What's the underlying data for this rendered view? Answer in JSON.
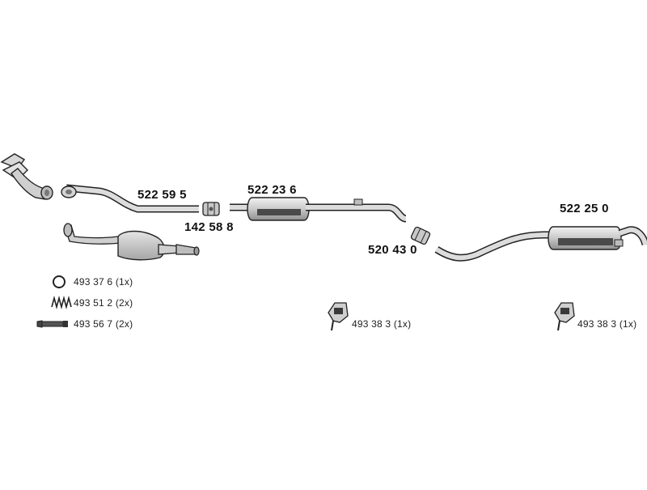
{
  "colors": {
    "outline": "#222222",
    "metal_light": "#e6e6e6",
    "metal_mid": "#bdbdbd",
    "metal_dark": "#8a8a8a",
    "background": "#ffffff"
  },
  "parts": [
    {
      "id": "front-pipe",
      "label": "522 59 5"
    },
    {
      "id": "front-clamp",
      "label": "142 58 8"
    },
    {
      "id": "center-silencer",
      "label": "522 23 6"
    },
    {
      "id": "middle-clamp",
      "label": "520 43 0"
    },
    {
      "id": "rear-silencer",
      "label": "522 25 0"
    }
  ],
  "accessories": [
    {
      "icon": "ring-gasket-icon",
      "label": "493 37 6  (1x)"
    },
    {
      "icon": "spring-icon",
      "label": "493 51 2  (2x)"
    },
    {
      "icon": "bolt-icon",
      "label": "493 56 7  (2x)"
    }
  ],
  "mounts": [
    {
      "icon": "rubber-mount-icon",
      "label": "493 38 3  (1x)"
    },
    {
      "icon": "rubber-mount-icon",
      "label": "493 38 3  (1x)"
    }
  ]
}
